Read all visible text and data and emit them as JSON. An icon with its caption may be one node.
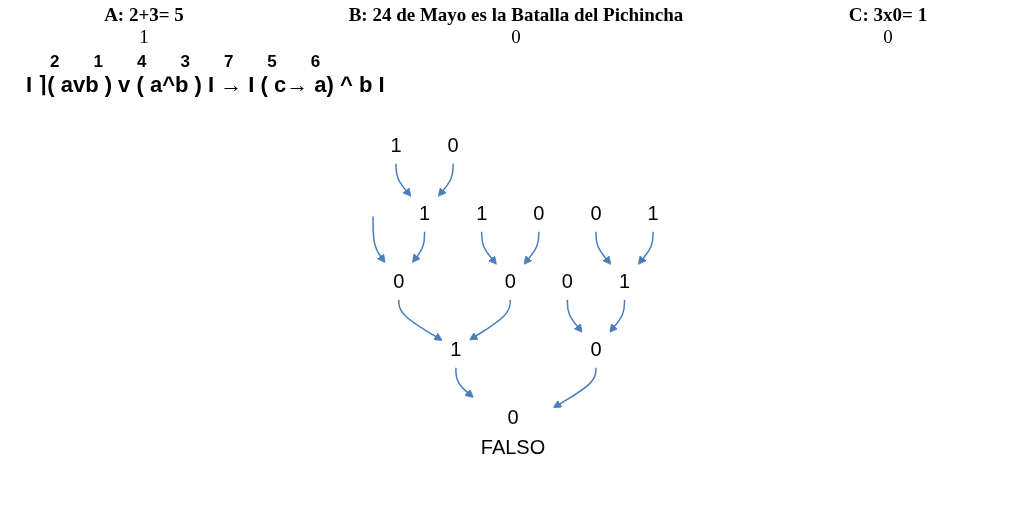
{
  "diagram": {
    "nodes": [
      {
        "text": [
          "1"
        ]
      },
      {
        "text": [
          "0"
        ]
      },
      {
        "text": [
          "1"
        ]
      },
      {
        "text": [
          "0"
        ]
      },
      {
        "text": [
          "0"
        ]
      },
      {
        "text": [
          "1"
        ]
      },
      {
        "text": [
          "0"
        ]
      },
      {
        "text": [
          "1"
        ]
      },
      {
        "text": [
          "0"
        ]
      },
      {
        "text": [
          "1"
        ]
      },
      {
        "text": [
          "0"
        ]
      },
      {
        "text": [
          "0"
        ]
      },
      {
        "text": [
          "1"
        ]
      },
      {
        "text": [
          "0",
          "FALSO"
        ]
      }
    ],
    "edges": [
      {
        "from": 0,
        "to": 7,
        "arrow": "to"
      },
      {
        "from": 1,
        "to": 7,
        "arrow": "to"
      },
      {
        "from": 2,
        "to": 8,
        "arrow": "to"
      },
      {
        "from": 3,
        "to": 8,
        "arrow": "to"
      },
      {
        "from": 4,
        "to": 9,
        "arrow": "to"
      },
      {
        "from": 5,
        "to": 9,
        "arrow": "to"
      },
      {
        "from": 6,
        "to": 11,
        "arrow": "to"
      },
      {
        "from": null,
        "to": 10,
        "arrow": "to"
      },
      {
        "from": 7,
        "to": 10,
        "arrow": "to"
      },
      {
        "from": 9,
        "to": 11,
        "arrow": "to"
      },
      {
        "from": 10,
        "to": 12,
        "arrow": "to"
      },
      {
        "from": 8,
        "to": 12,
        "arrow": "to"
      },
      {
        "from": 12,
        "to": 13,
        "arrow": "to"
      },
      {
        "from": 11,
        "to": 13,
        "arrow": "to"
      }
    ],
    "labels": [
      "A: 2+3= 5",
      "B: 24 de Mayo es la Batalla del Pichincha",
      "C: 3x0= 1",
      "1",
      "0",
      "0",
      "2",
      "1",
      "4",
      "3",
      "7",
      "5",
      "6",
      "I ⌉( avb ) v ( a^b ) I  → I ( c→ a) ^ b I"
    ]
  }
}
